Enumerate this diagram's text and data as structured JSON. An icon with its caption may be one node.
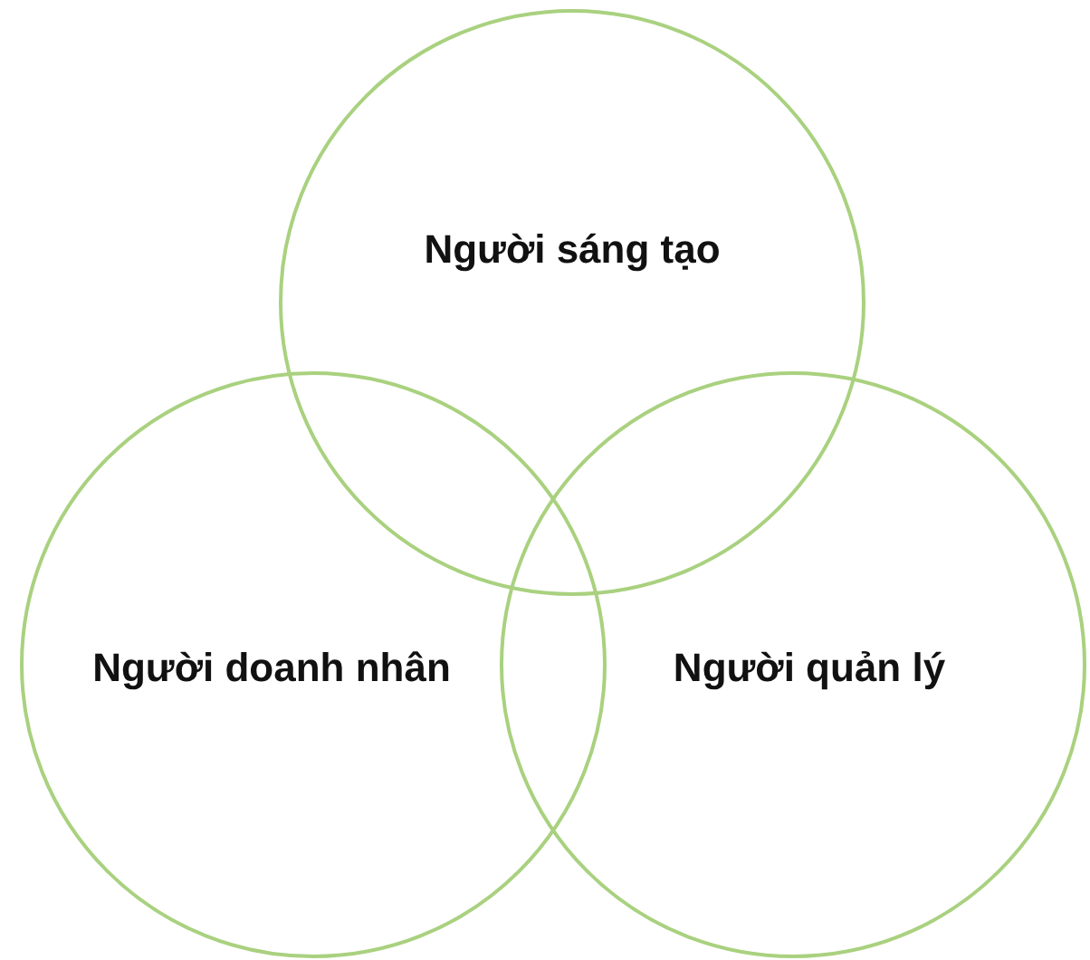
{
  "diagram": {
    "nodes": [
      {
        "text": [
          "Người sáng tạo"
        ]
      },
      {
        "text": [
          "Người doanh nhân"
        ]
      },
      {
        "text": [
          "Người quản lý"
        ]
      }
    ]
  }
}
